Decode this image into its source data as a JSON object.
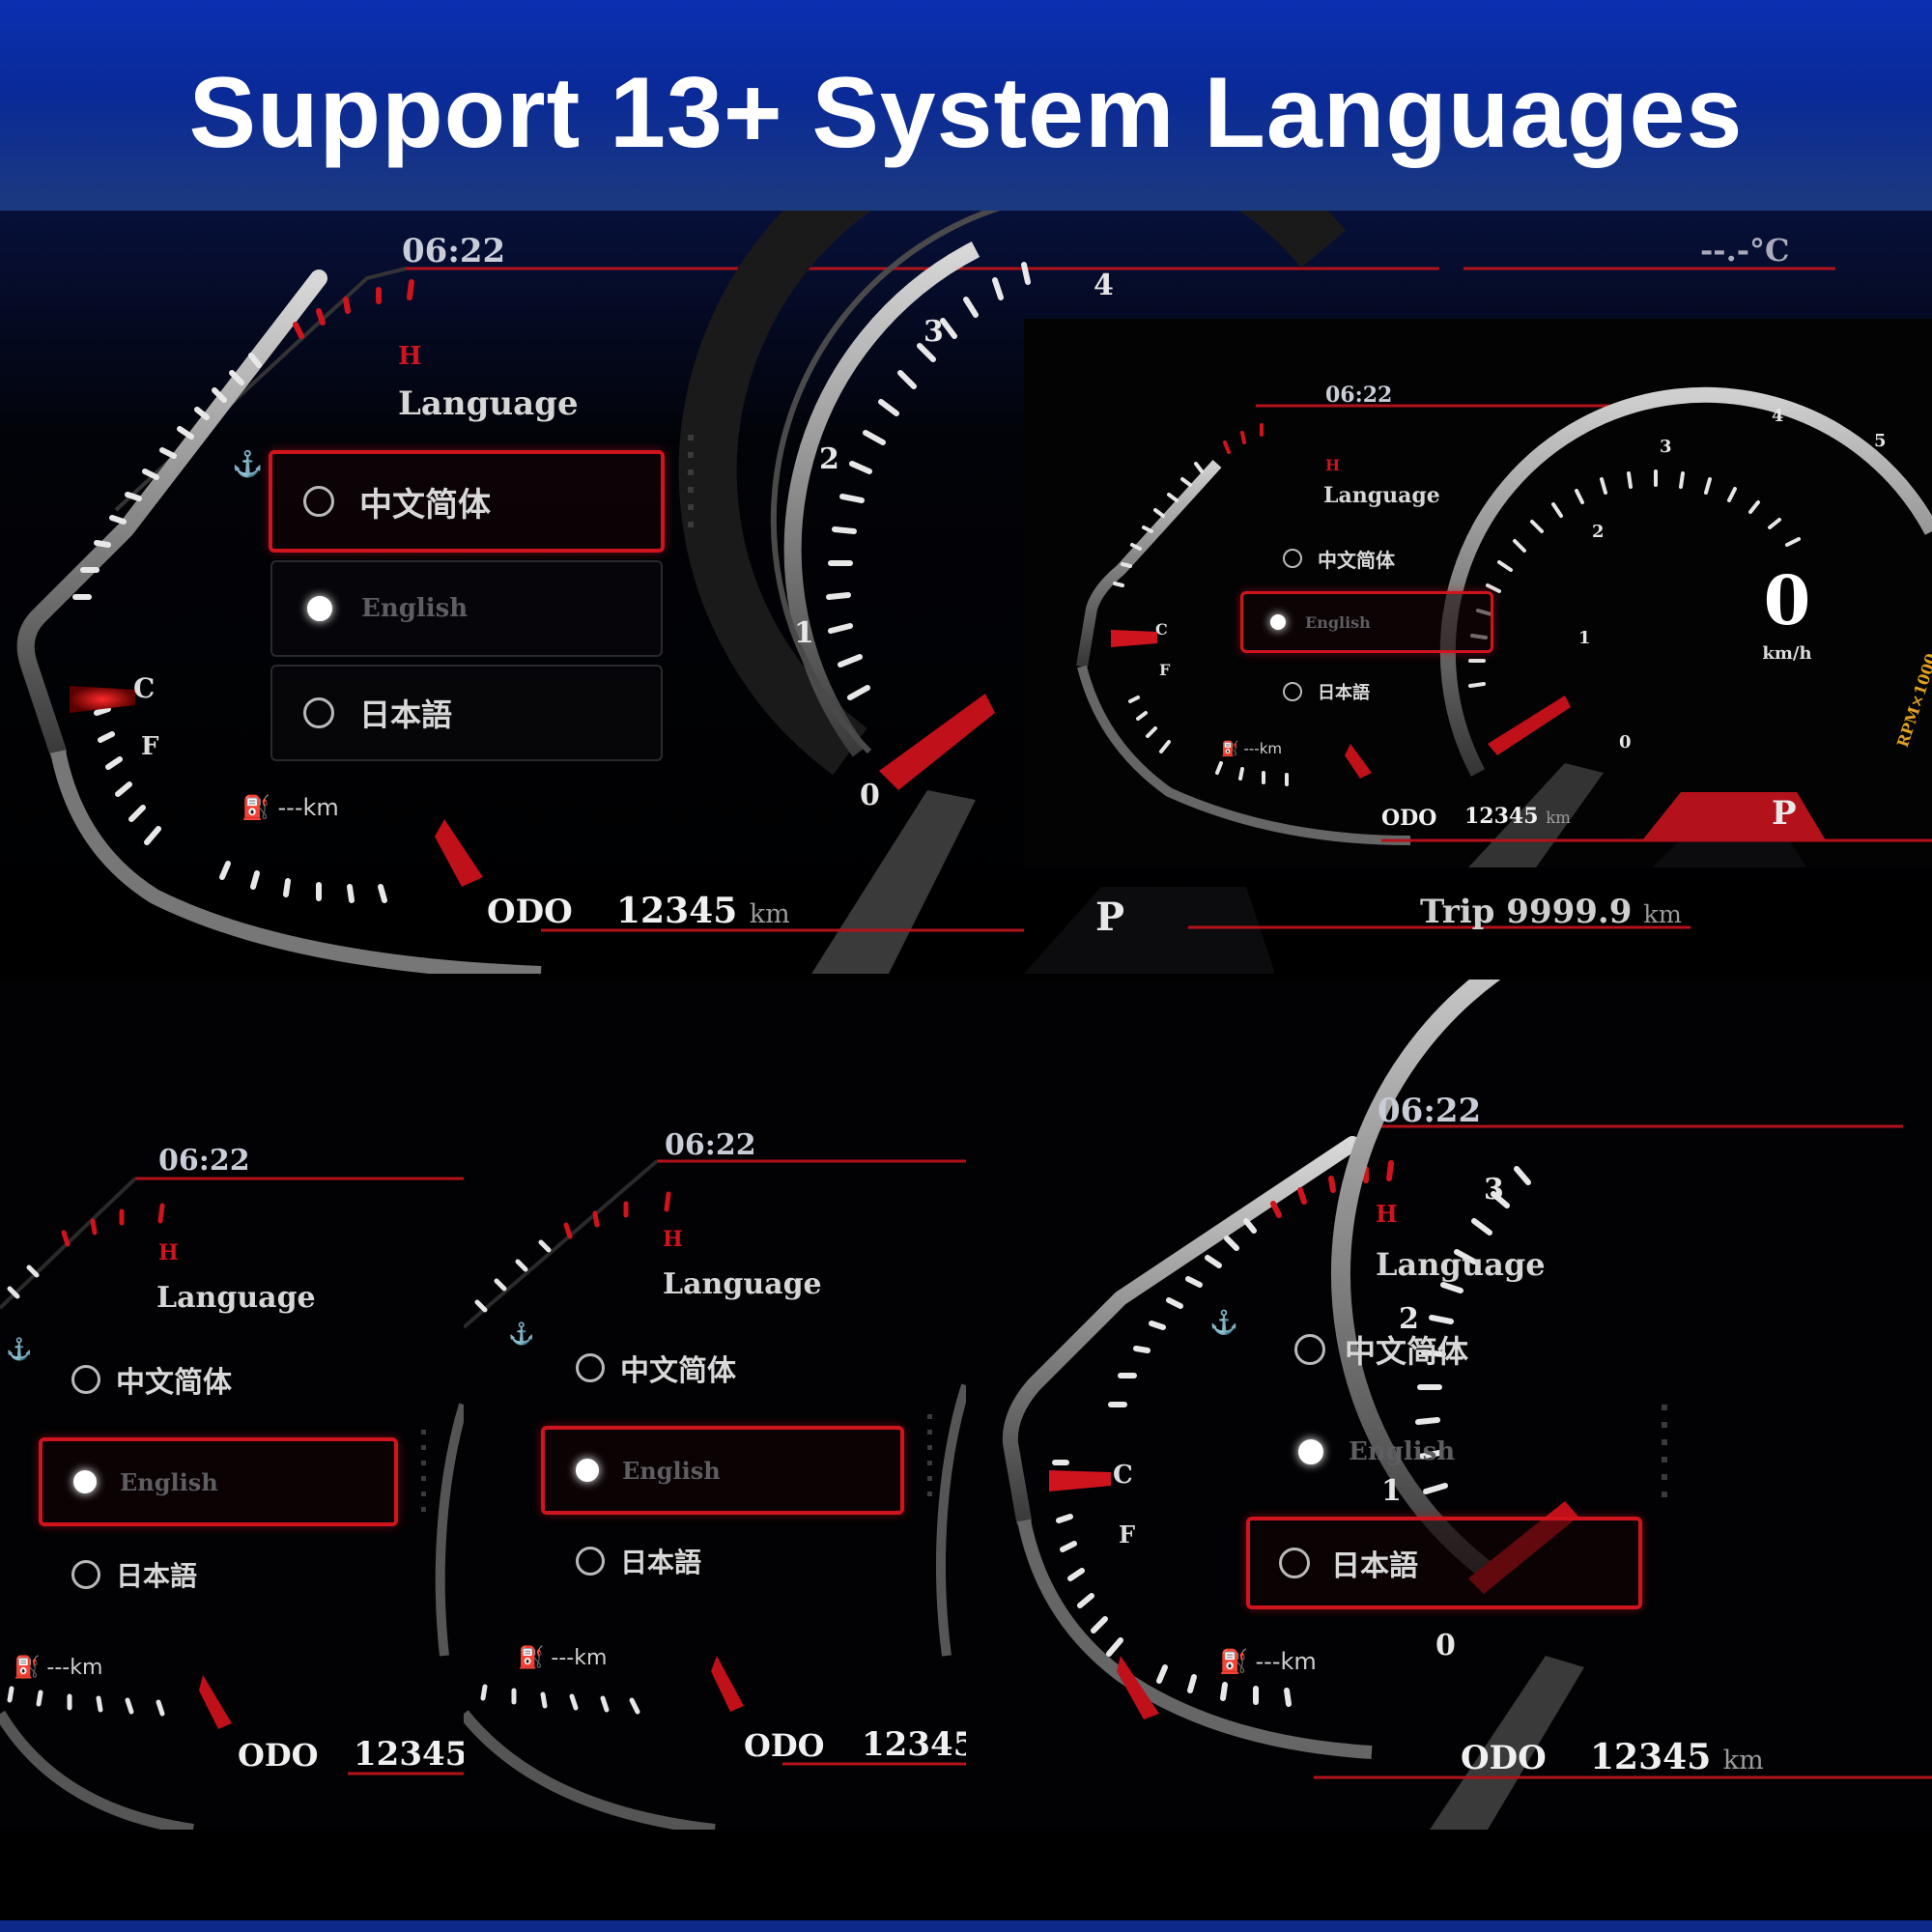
{
  "header": {
    "title": "Support 13+ System Languages"
  },
  "clock": "06:22",
  "temperature": "--.-°C",
  "language_menu": {
    "title": "Language",
    "options": [
      "中文简体",
      "English",
      "日本語"
    ]
  },
  "screens": [
    {
      "selected": "中文简体"
    },
    {
      "selected": "English"
    },
    {
      "selected": "English"
    },
    {
      "selected": "English"
    },
    {
      "selected": "日本語"
    }
  ],
  "odometer": {
    "label": "ODO",
    "value": "12345",
    "unit": "km"
  },
  "trip": {
    "label": "Trip",
    "value": "9999.9",
    "unit": "km"
  },
  "fuel_range": "---km",
  "gear": "P",
  "speed": {
    "value": "0",
    "unit": "km/h"
  },
  "rpm_label": "RPM×1000",
  "temp_gauge": {
    "hot": "H",
    "cold": "C"
  },
  "fuel_gauge": {
    "full": "F"
  },
  "tach_numbers": [
    "0",
    "1",
    "2",
    "3",
    "4",
    "5"
  ],
  "colors": {
    "accent": "#d0141e",
    "header_blue": "#0b2fb0"
  }
}
